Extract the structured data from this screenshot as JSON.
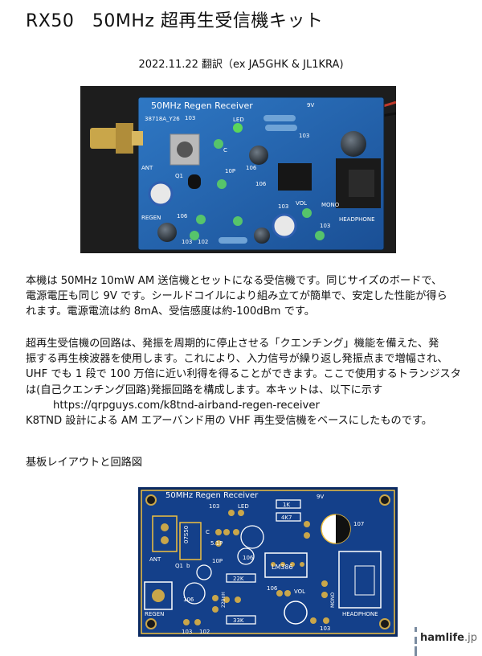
{
  "title": "RX50　50MHz 超再生受信機キット",
  "subtitle": "2022.11.22 翻訳（ex JA5GHK & JL1KRA)",
  "paragraph1": [
    "本機は 50MHz 10mW AM 送信機とセットになる受信機です。同じサイズのボードで、",
    "電源電圧も同じ 9V です。シールドコイルにより組み立てが簡単で、安定した性能が得ら",
    "れます。電源電流は約 8mA、受信感度は約-100dBm です。"
  ],
  "paragraph2": [
    "超再生受信機の回路は、発振を周期的に停止させる「クエンチング」機能を備えた、発",
    "振する再生検波器を使用します。これにより、入力信号が繰り返し発振点まで増幅され、",
    "UHF でも 1 段で 100 万倍に近い利得を得ることができます。ここで使用するトランジスタ",
    "は(自己クエンチング回路)発振回路を構成します。本キットは、以下に示す",
    "https://qrpguys.com/k8tnd-airband-regen-receiver",
    "K8TND 設計による AM エアーバンド用の VHF 再生受信機をベースにしたものです。"
  ],
  "section_label": "基板レイアウトと回路図",
  "photo_board": {
    "title": "50MHz Regen Receiver",
    "code": "38718A_Y26",
    "labels": [
      "103",
      "LED",
      "9V",
      "103",
      "ANT",
      "C",
      "10P",
      "106",
      "Q1",
      "REGEN",
      "106",
      "103",
      "102",
      "103",
      "VOL",
      "MONO",
      "HEADPHONE",
      "103",
      "106"
    ]
  },
  "layout_board": {
    "title": "50MHz Regen Receiver",
    "labels": [
      "103",
      "LED",
      "1K",
      "4K7",
      "9V",
      "107",
      "ANT",
      "07S50",
      "C",
      "5.1P",
      "10P",
      "106",
      "LM386",
      "Q1",
      "b",
      "22K",
      "REGEN",
      "106",
      "33K",
      "VOL",
      "106",
      "MONO",
      "HEADPHONE",
      "103",
      "103",
      "102",
      "220nH"
    ]
  },
  "watermark": {
    "brand": "hamlife",
    "domain": ".jp"
  },
  "colors": {
    "pcb_blue": "#1d5ca8",
    "pcb_dark": "#0b2a63",
    "gold": "#c9a64a"
  }
}
